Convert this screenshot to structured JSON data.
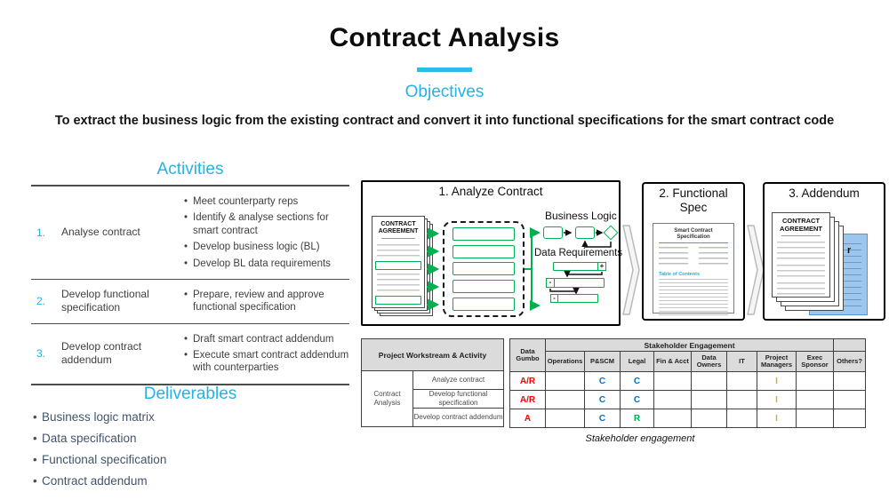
{
  "colors": {
    "accent_cyan": "#24B3E6",
    "diagram_green": "#00B050",
    "blue_document": "#9CC6EE",
    "letters": {
      "A/R": "#FF0000",
      "A": "#FF0000",
      "C": "#0070C0",
      "R": "#00B050",
      "I": "#E2A928"
    }
  },
  "header": {
    "title": "Contract Analysis",
    "objectives_heading": "Objectives",
    "objective_text": "To extract the business logic from the existing contract and convert it into functional specifications for the smart contract code"
  },
  "activities": {
    "heading": "Activities",
    "rows": [
      {
        "num": "1.",
        "label": "Analyse contract",
        "bullets": [
          "Meet counterparty reps",
          "Identify & analyse sections for smart contract",
          "Develop business logic (BL)",
          "Develop BL data requirements"
        ]
      },
      {
        "num": "2.",
        "label": "Develop functional specification",
        "bullets": [
          "Prepare, review and approve functional specification"
        ]
      },
      {
        "num": "3.",
        "label": "Develop contract addendum",
        "bullets": [
          "Draft smart contract addendum",
          "Execute smart contract addendum with counterparties"
        ]
      }
    ]
  },
  "deliverables": {
    "heading": "Deliverables",
    "items": [
      "Business logic matrix",
      "Data specification",
      "Functional specification",
      "Contract addendum"
    ]
  },
  "process": {
    "step1": {
      "title": "1. Analyze Contract",
      "doc_title": "CONTRACT AGREEMENT",
      "business_logic_label": "Business Logic",
      "data_requirements_label": "Data Requirements",
      "plus": "+",
      "minus": "-"
    },
    "step2": {
      "title": "2. Functional Spec",
      "doc_title": "Smart Contract Specification",
      "toc_label": "Table of Contents"
    },
    "step3": {
      "title": "3. Addendum",
      "doc_title": "CONTRACT AGREEMENT",
      "blue_doc_visible_text": "r"
    }
  },
  "raci": {
    "left_header": "Project Workstream & Activity",
    "workstream": "Contract Analysis",
    "brand_col": "Data Gumbo",
    "group_header": "Stakeholder Engagement",
    "columns": [
      "Operations",
      "P&SCM",
      "Legal",
      "Fin & Acct",
      "Data Owners",
      "IT",
      "Project Managers",
      "Exec Sponsor",
      "Others?"
    ],
    "rows": [
      {
        "activity": "Analyze contract",
        "data_gumbo": "A/R",
        "values": [
          "",
          "C",
          "C",
          "",
          "",
          "",
          "I",
          "",
          ""
        ]
      },
      {
        "activity": "Develop functional specification",
        "data_gumbo": "A/R",
        "values": [
          "",
          "C",
          "C",
          "",
          "",
          "",
          "I",
          "",
          ""
        ]
      },
      {
        "activity": "Develop contract addendum",
        "data_gumbo": "A",
        "values": [
          "",
          "C",
          "R",
          "",
          "",
          "",
          "I",
          "",
          ""
        ]
      }
    ],
    "caption": "Stakeholder engagement"
  }
}
